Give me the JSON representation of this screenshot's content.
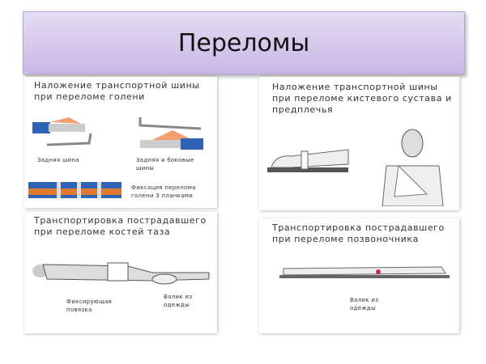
{
  "slide": {
    "title": "Переломы"
  },
  "panels": [
    {
      "heading": "Наложение транспортной шины при переломе голени",
      "captions": [
        "Задняя шина",
        "Задняя и боковые шины",
        "Фиксация перелома голени 3 планками"
      ]
    },
    {
      "heading": "Наложение транспортной шины при переломе кистевого сустава и предплечья",
      "captions": []
    },
    {
      "heading": "Транспортировка пострадавшего при переломе костей таза",
      "captions": [
        "Фиксирующая повязка",
        "Валик из одежды"
      ]
    },
    {
      "heading": "Транспортировка пострадавшего при переломе позвоночника",
      "captions": [
        "Валик из одежды"
      ]
    }
  ],
  "colors": {
    "title_bg": "#d6c9ec",
    "splint_blue": "#2f63b5",
    "skin": "#f0a070"
  }
}
